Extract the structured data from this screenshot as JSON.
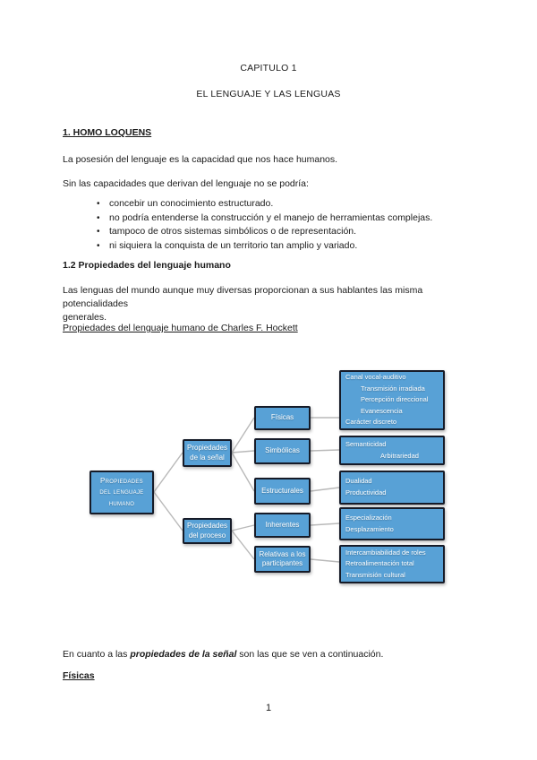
{
  "document": {
    "title_line1": "CAPITULO 1",
    "title_line2": "EL LENGUAJE Y LAS LENGUAS",
    "section1_heading": "1. HOMO LOQUENS",
    "para1": "La posesión del lenguaje es la capacidad que nos hace humanos.",
    "para2": "Sin las capacidades que derivan del lenguaje no se podría:",
    "bullets": [
      "concebir un conocimiento estructurado.",
      "no podría entenderse la construcción y el manejo de herramientas complejas.",
      "tampoco de otros sistemas simbólicos o de representación.",
      "ni siquiera la conquista de un territorio tan amplio y variado."
    ],
    "section2_heading": "1.2 Propiedades del lenguaje humano",
    "para3_line1": "Las lenguas del mundo aunque muy diversas proporcionan a sus hablantes las misma potencialidades",
    "para3_line2": "generales.",
    "hockett_link": "Propiedades del lenguaje humano de Charles F. Hockett",
    "para4_prefix": "En cuanto a las ",
    "para4_emphasis": "propiedades de la señal",
    "para4_suffix": " son las que se ven a continuación.",
    "section3_heading": "Físicas",
    "page_number": "1"
  },
  "diagram": {
    "root_line1": "Propiedades",
    "root_line2": "del lenguaje",
    "root_line3": "humano",
    "senal_line1": "Propiedades",
    "senal_line2": "de la señal",
    "proceso_line1": "Propiedades",
    "proceso_line2": "del proceso",
    "cat_fisicas": "Físicas",
    "cat_simbolicas": "Simbólicas",
    "cat_estructurales": "Estructurales",
    "cat_inherentes": "Inherentes",
    "cat_relativas_line1": "Relativas a los",
    "cat_relativas_line2": "participantes",
    "detail_fisicas": [
      "Canal vocal-auditivo",
      "Transmisión irradiada",
      "Percepción direccional",
      "Evanescencia",
      "Carácter discreto"
    ],
    "detail_simbolicas": [
      "Semanticidad",
      "Arbitrariedad"
    ],
    "detail_estructurales": [
      "Dualidad",
      "Productividad"
    ],
    "detail_inherentes": [
      "Especialización",
      "Desplazamiento"
    ],
    "detail_relativas": [
      "Intercambiabilidad de roles",
      "Retroalimentación total",
      "Transmisión cultural"
    ]
  },
  "colors": {
    "box_fill": "#58a1d6",
    "box_border": "#161b28",
    "connector": "#b9b9b9",
    "text": "#1a1a1a"
  }
}
